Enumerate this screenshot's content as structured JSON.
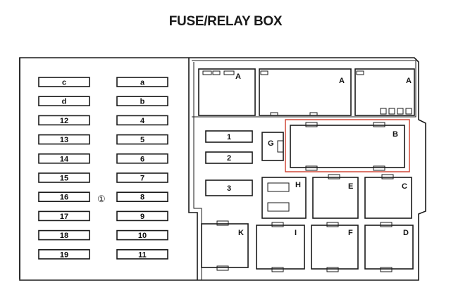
{
  "title": "FUSE/RELAY BOX",
  "fuses_left": [
    "c",
    "d",
    "12",
    "13",
    "14",
    "15",
    "16",
    "17",
    "18",
    "19"
  ],
  "fuses_right": [
    "a",
    "b",
    "4",
    "5",
    "6",
    "7",
    "8",
    "9",
    "10",
    "11"
  ],
  "fuse_callout": "①",
  "fuses_middle": [
    "1",
    "2",
    "3"
  ],
  "relays": {
    "top_left": "A",
    "top_center": "A",
    "top_right": "A",
    "b": "B",
    "g": "G",
    "h": "H",
    "e": "E",
    "c": "C",
    "k": "K",
    "i": "I",
    "f": "F",
    "d": "D"
  },
  "colors": {
    "outline": "#1a1a1a",
    "highlight": "#cc3b2a"
  }
}
